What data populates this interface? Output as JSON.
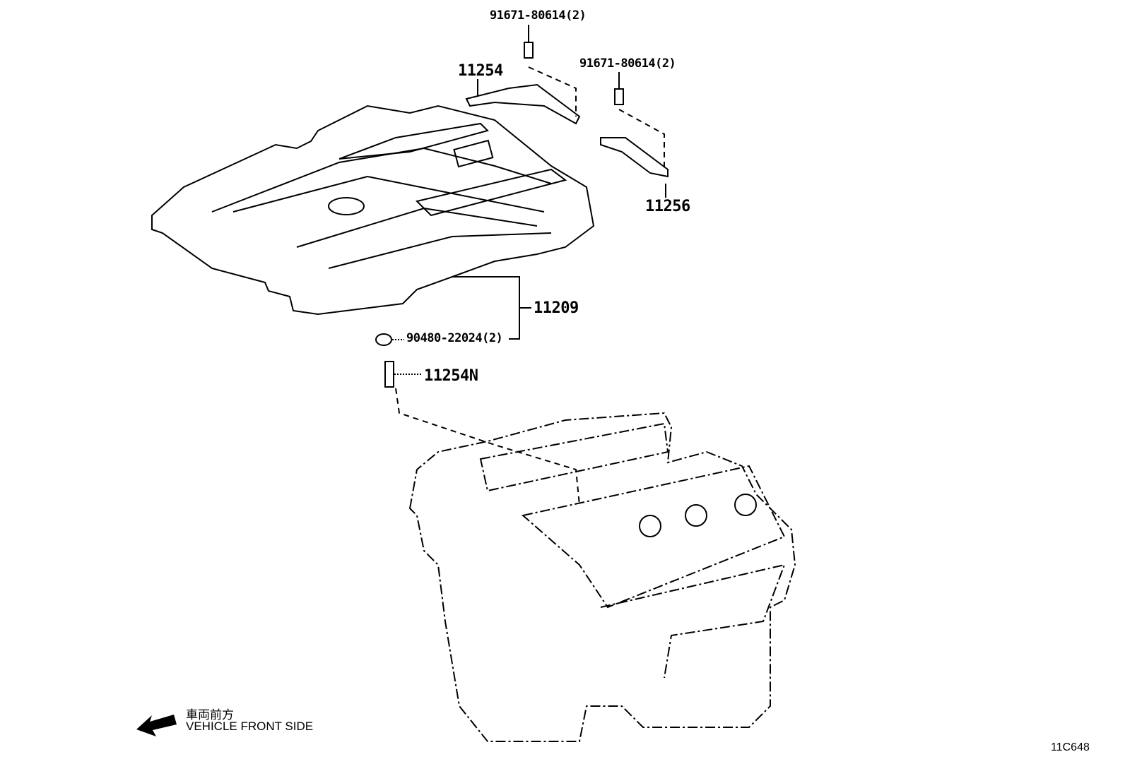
{
  "parts": {
    "bolt_top": "91671-80614(2)",
    "bracket_left": "11254",
    "bolt_right": "91671-80614(2)",
    "bracket_right": "11256",
    "engine_cover": "11209",
    "grommet": "90480-22024(2)",
    "stud": "11254N"
  },
  "direction": {
    "japanese": "車両前方",
    "english": "VEHICLE FRONT SIDE"
  },
  "diagram_code": "11C648"
}
